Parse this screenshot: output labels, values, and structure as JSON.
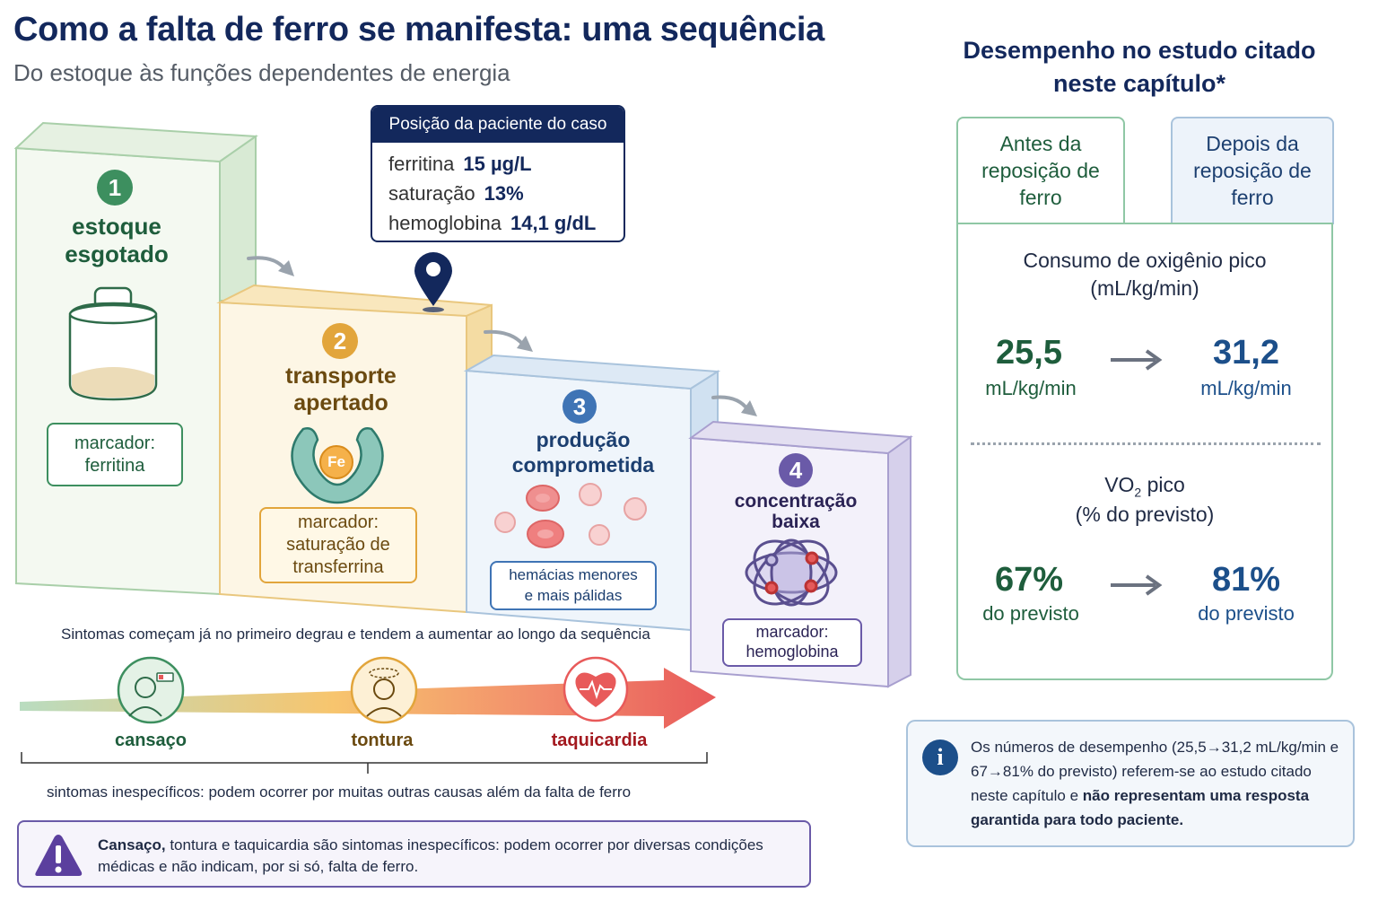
{
  "header": {
    "title": "Como a falta de ferro se manifesta: uma sequência",
    "subtitle": "Do estoque às funções dependentes de energia"
  },
  "steps": [
    {
      "number": "1",
      "title_line1": "estoque",
      "title_line2": "esgotado",
      "marker_line1": "marcador:",
      "marker_line2": "ferritina",
      "marker_line3": "",
      "color": "#3d8f5f"
    },
    {
      "number": "2",
      "title_line1": "transporte",
      "title_line2": "apertado",
      "fe_label": "Fe",
      "marker_line1": "marcador:",
      "marker_line2": "saturação de",
      "marker_line3": "transferrina",
      "color": "#e2a53b"
    },
    {
      "number": "3",
      "title_line1": "produção",
      "title_line2": "comprometida",
      "marker_line1": "hemácias menores",
      "marker_line2": "e mais pálidas",
      "marker_line3": "",
      "color": "#3f74b5"
    },
    {
      "number": "4",
      "title_line1": "concentração",
      "title_line2": "baixa",
      "marker_line1": "marcador:",
      "marker_line2": "hemoglobina",
      "marker_line3": "",
      "color": "#6a5aa8"
    }
  ],
  "case": {
    "header": "Posição da paciente do caso",
    "rows": [
      {
        "label": "ferritina",
        "value": "15 µg/L"
      },
      {
        "label": "saturação",
        "value": "13%"
      },
      {
        "label": "hemoglobina",
        "value": "14,1 g/dL"
      }
    ]
  },
  "symptoms": {
    "caption": "Sintomas começam já no primeiro degrau e tendem a aumentar ao longo da sequência",
    "items": [
      {
        "label": "cansaço",
        "color": "#1e5d3c"
      },
      {
        "label": "tontura",
        "color": "#6b4a10"
      },
      {
        "label": "taquicardia",
        "color": "#a3191f"
      }
    ],
    "bracket_note": "sintomas inespecíficos: podem ocorrer por muitas outras causas além da falta de ferro"
  },
  "warning": {
    "bold": "Cansaço,",
    "text": " tontura e taquicardia são sintomas inespecíficos: podem ocorrer por diversas condições médicas e não indicam, por si só, falta de ferro."
  },
  "panel": {
    "title": "Desempenho no estudo citado neste capítulo*",
    "col_before": "Antes da reposição de ferro",
    "col_after": "Depois da reposição de ferro",
    "metric1": {
      "title_line1": "Consumo de oxigênio pico",
      "title_line2": "(mL/kg/min)",
      "before": "25,5",
      "before_unit": "mL/kg/min",
      "after": "31,2",
      "after_unit": "mL/kg/min"
    },
    "metric2": {
      "title_vo": "VO",
      "title_sub": "2",
      "title_rest": " pico",
      "title_line2": "(% do previsto)",
      "before": "67%",
      "before_unit": "do previsto",
      "after": "81%",
      "after_unit": "do previsto"
    }
  },
  "info": {
    "icon": "i",
    "text_plain": "Os números de desempenho (25,5→31,2 mL/kg/min e 67→81% do previsto) referem-se ao estudo citado neste capítulo e ",
    "text_bold": "não representam uma resposta garantida para todo paciente."
  },
  "colors": {
    "navy": "#13285c",
    "green": "#3d8f5f",
    "amber": "#e2a53b",
    "blue": "#3f74b5",
    "purple": "#6a5aa8",
    "red": "#e85a5a"
  }
}
